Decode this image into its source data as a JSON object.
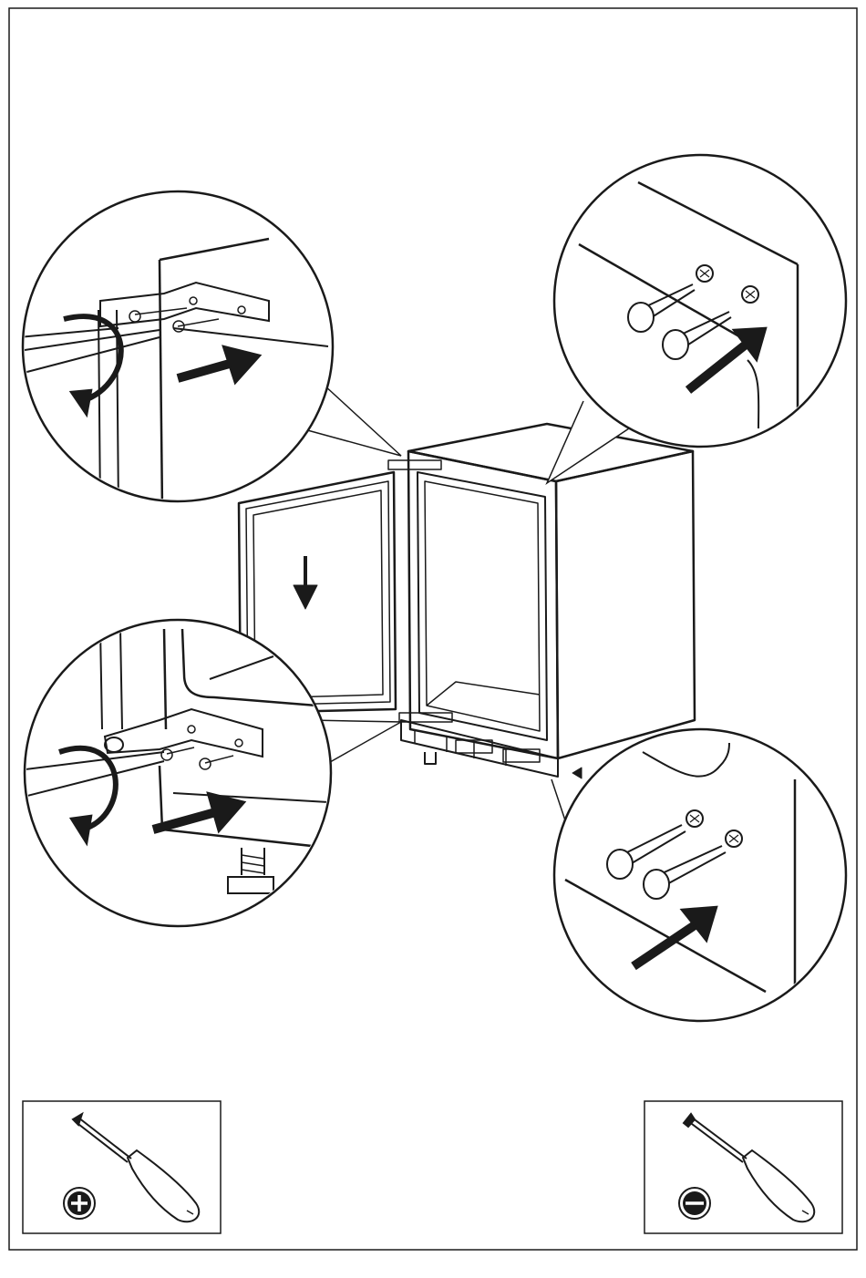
{
  "page": {
    "background": "#ffffff",
    "line_color": "#1a1a1a"
  },
  "figure": {
    "panels": [
      {
        "id": "top-left-hinge-detail",
        "icon": "screwdriver-rotate-icon"
      },
      {
        "id": "top-right-nail-detail",
        "icon": "nail-icon"
      },
      {
        "id": "bottom-left-hinge-detail",
        "icon": "screwdriver-rotate-icon"
      },
      {
        "id": "bottom-right-nail-detail",
        "icon": "nail-icon"
      }
    ],
    "main_illustration": "refrigerator-door-removal"
  },
  "tools": {
    "left": {
      "icon": "phillips-screwdriver-icon",
      "symbol": "plus-symbol-icon"
    },
    "right": {
      "icon": "flat-screwdriver-icon",
      "symbol": "minus-symbol-icon"
    }
  }
}
